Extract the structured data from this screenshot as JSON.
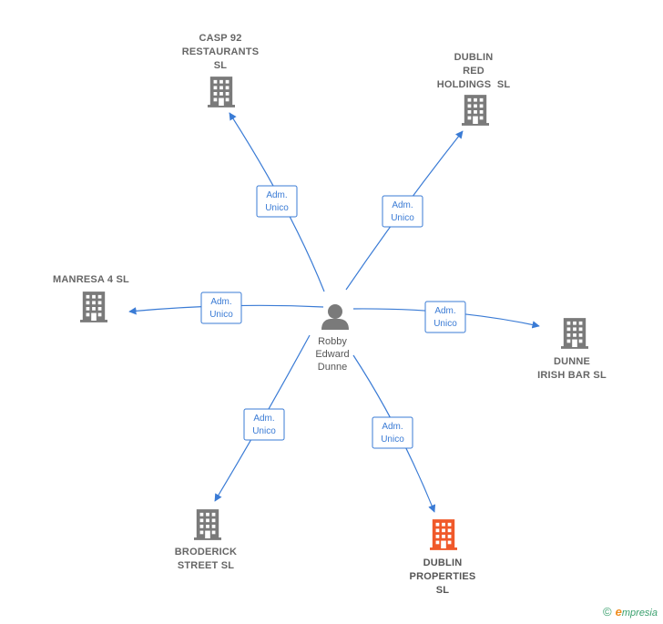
{
  "center": {
    "name_lines": [
      "Robby",
      "Edward",
      "Dunne"
    ],
    "icon": "person-icon"
  },
  "nodes": [
    {
      "id": "casp92",
      "lines": [
        "CASP 92",
        "RESTAURANTS",
        "SL"
      ],
      "highlight": false,
      "icon": "building-icon",
      "edge_label": [
        "Adm.",
        "Unico"
      ]
    },
    {
      "id": "dublin-red",
      "lines": [
        "DUBLIN",
        "RED",
        "HOLDINGS  SL"
      ],
      "highlight": false,
      "icon": "building-icon",
      "edge_label": [
        "Adm.",
        "Unico"
      ]
    },
    {
      "id": "manresa4",
      "lines": [
        "MANRESA 4 SL"
      ],
      "highlight": false,
      "icon": "building-icon",
      "edge_label": [
        "Adm.",
        "Unico"
      ]
    },
    {
      "id": "dunne-irish",
      "lines": [
        "DUNNE",
        "IRISH BAR SL"
      ],
      "highlight": false,
      "icon": "building-icon",
      "edge_label": [
        "Adm.",
        "Unico"
      ]
    },
    {
      "id": "broderick",
      "lines": [
        "BRODERICK",
        "STREET SL"
      ],
      "highlight": false,
      "icon": "building-icon",
      "edge_label": [
        "Adm.",
        "Unico"
      ]
    },
    {
      "id": "dublin-properties",
      "lines": [
        "DUBLIN",
        "PROPERTIES",
        "SL"
      ],
      "highlight": true,
      "icon": "building-icon",
      "edge_label": [
        "Adm.",
        "Unico"
      ]
    }
  ],
  "colors": {
    "edge": "#3a7bd5",
    "building": "#7a7a7a",
    "building_highlight": "#f0592a",
    "person": "#7a7a7a"
  },
  "credit": {
    "symbol": "©",
    "brand_initial": "e",
    "brand_rest": "mpresia"
  }
}
